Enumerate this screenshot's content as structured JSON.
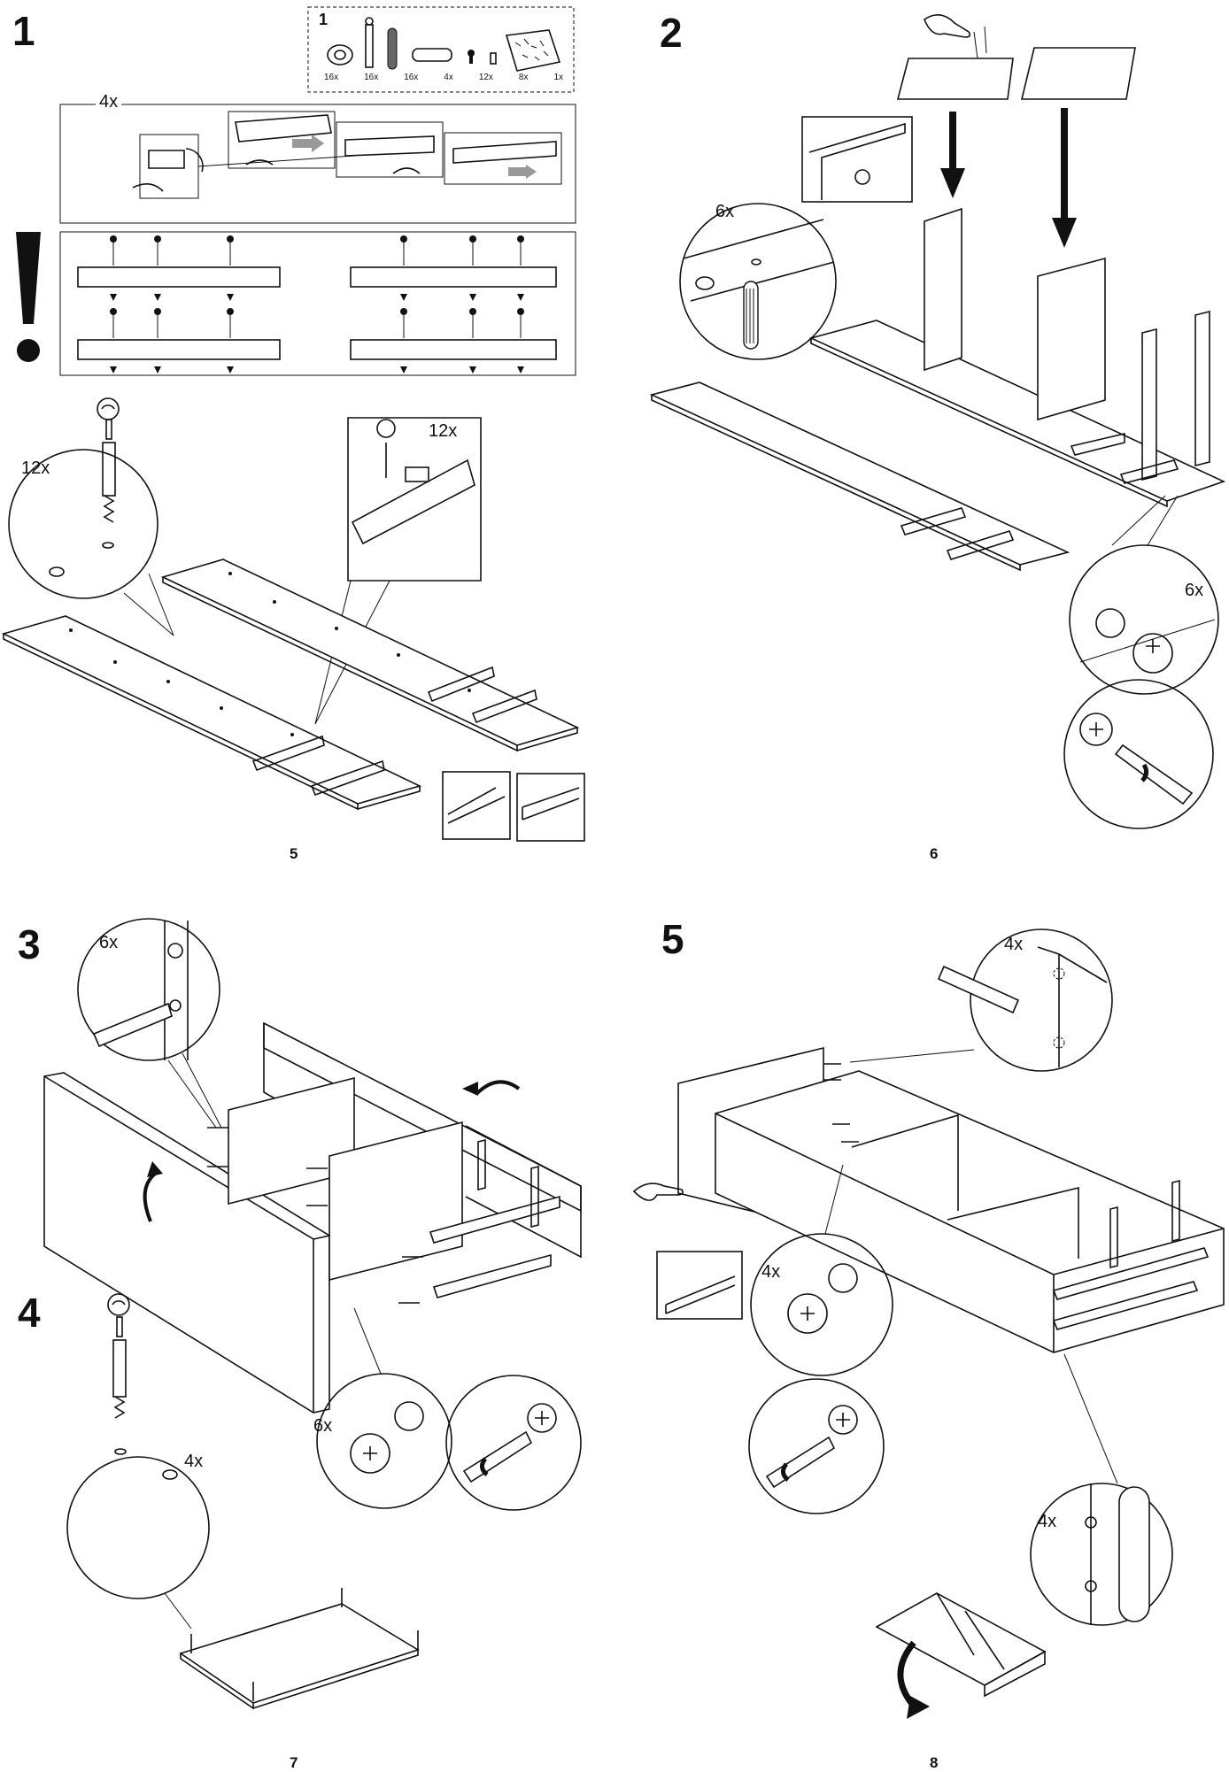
{
  "steps": {
    "s1": "1",
    "s2": "2",
    "s3": "3",
    "s4": "4",
    "s5": "5"
  },
  "pages": {
    "p_top_left": "5",
    "p_top_right": "6",
    "p_bottom_left": "7",
    "p_bottom_right": "8"
  },
  "parts_box": {
    "label": "1",
    "quantities": [
      "16x",
      "16x",
      "16x",
      "4x",
      "12x",
      "8x",
      "1x"
    ]
  },
  "step1": {
    "rail_qty": "4x",
    "cam_qty": "12x",
    "screw_qty": "12x"
  },
  "step2": {
    "dowel_qty": "6x",
    "cam_qty": "6x"
  },
  "step3": {
    "dowel_qty": "6x",
    "cam_qty": "6x"
  },
  "step4": {
    "cam_qty": "4x"
  },
  "step5": {
    "dowel_qty": "4x",
    "cam_qty": "4x",
    "handle_qty": "4x"
  },
  "warning_icon": "exclamation-icon"
}
